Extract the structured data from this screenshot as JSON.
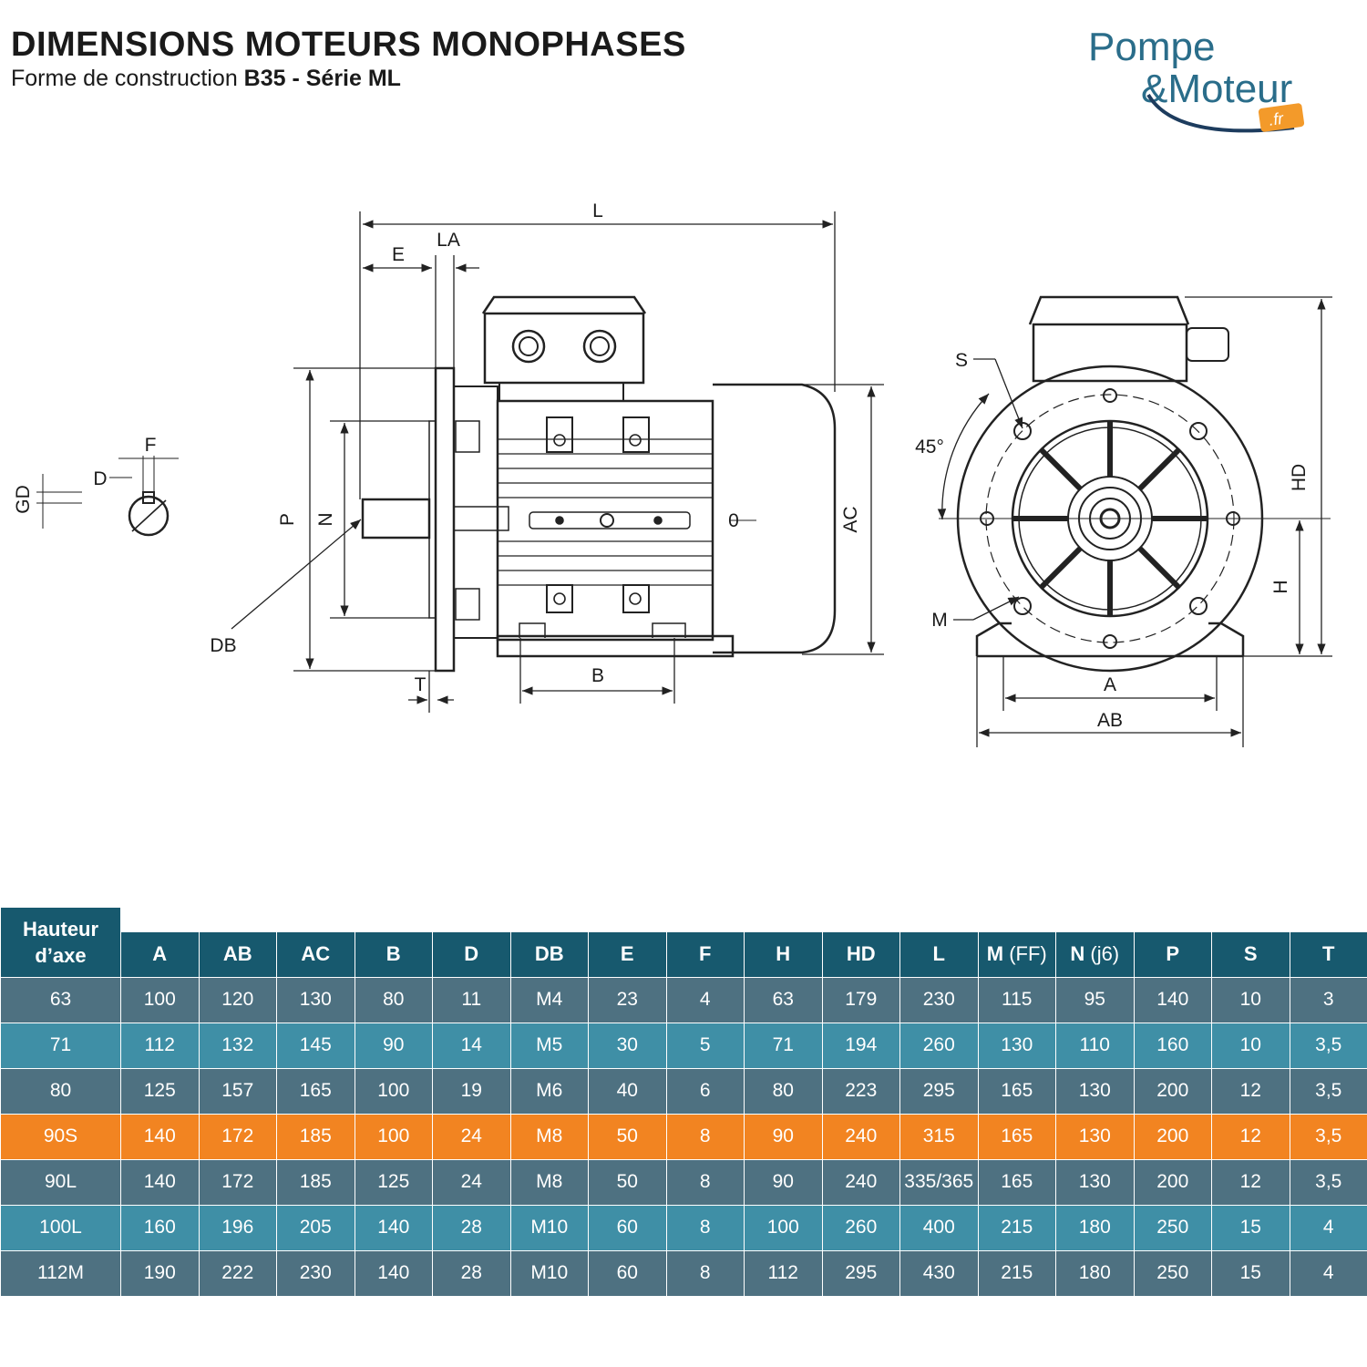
{
  "header": {
    "title": "DIMENSIONS MOTEURS MONOPHASES",
    "subtitle_prefix": "Forme de construction ",
    "subtitle_bold": "B35 - Série ML"
  },
  "logo": {
    "line1": "Pompe",
    "line2": "&Moteur",
    "badge": ".fr"
  },
  "colors": {
    "header": "#17596e",
    "row_dark": "#4e7181",
    "row_teal": "#3f8fa6",
    "highlight": "#f28421",
    "logo_blue": "#2a6d8a",
    "logo_navy": "#1d3c5e",
    "logo_orange": "#f39a2a"
  },
  "diagram_labels": {
    "L": "L",
    "LA": "LA",
    "E": "E",
    "P": "P",
    "N": "N",
    "DB": "DB",
    "T": "T",
    "B": "B",
    "AC": "AC",
    "O": "0",
    "F": "F",
    "D": "D",
    "GD": "GD",
    "S": "S",
    "angle": "45°",
    "M": "M",
    "HD": "HD",
    "H": "H",
    "A": "A",
    "AB": "AB"
  },
  "table": {
    "first_header_line1": "Hauteur",
    "first_header_line2": "d’axe",
    "columns": [
      "A",
      "AB",
      "AC",
      "B",
      "D",
      "DB",
      "E",
      "F",
      "H",
      "HD",
      "L",
      "M",
      "N",
      "P",
      "S",
      "T"
    ],
    "col_units": {
      "M": " (FF)",
      "N": " (j6)"
    },
    "rows": [
      [
        "63",
        "100",
        "120",
        "130",
        "80",
        "11",
        "M4",
        "23",
        "4",
        "63",
        "179",
        "230",
        "115",
        "95",
        "140",
        "10",
        "3"
      ],
      [
        "71",
        "112",
        "132",
        "145",
        "90",
        "14",
        "M5",
        "30",
        "5",
        "71",
        "194",
        "260",
        "130",
        "110",
        "160",
        "10",
        "3,5"
      ],
      [
        "80",
        "125",
        "157",
        "165",
        "100",
        "19",
        "M6",
        "40",
        "6",
        "80",
        "223",
        "295",
        "165",
        "130",
        "200",
        "12",
        "3,5"
      ],
      [
        "90S",
        "140",
        "172",
        "185",
        "100",
        "24",
        "M8",
        "50",
        "8",
        "90",
        "240",
        "315",
        "165",
        "130",
        "200",
        "12",
        "3,5"
      ],
      [
        "90L",
        "140",
        "172",
        "185",
        "125",
        "24",
        "M8",
        "50",
        "8",
        "90",
        "240",
        "335/365",
        "165",
        "130",
        "200",
        "12",
        "3,5"
      ],
      [
        "100L",
        "160",
        "196",
        "205",
        "140",
        "28",
        "M10",
        "60",
        "8",
        "100",
        "260",
        "400",
        "215",
        "180",
        "250",
        "15",
        "4"
      ],
      [
        "112M",
        "190",
        "222",
        "230",
        "140",
        "28",
        "M10",
        "60",
        "8",
        "112",
        "295",
        "430",
        "215",
        "180",
        "250",
        "15",
        "4"
      ]
    ],
    "highlight_row": 3
  }
}
